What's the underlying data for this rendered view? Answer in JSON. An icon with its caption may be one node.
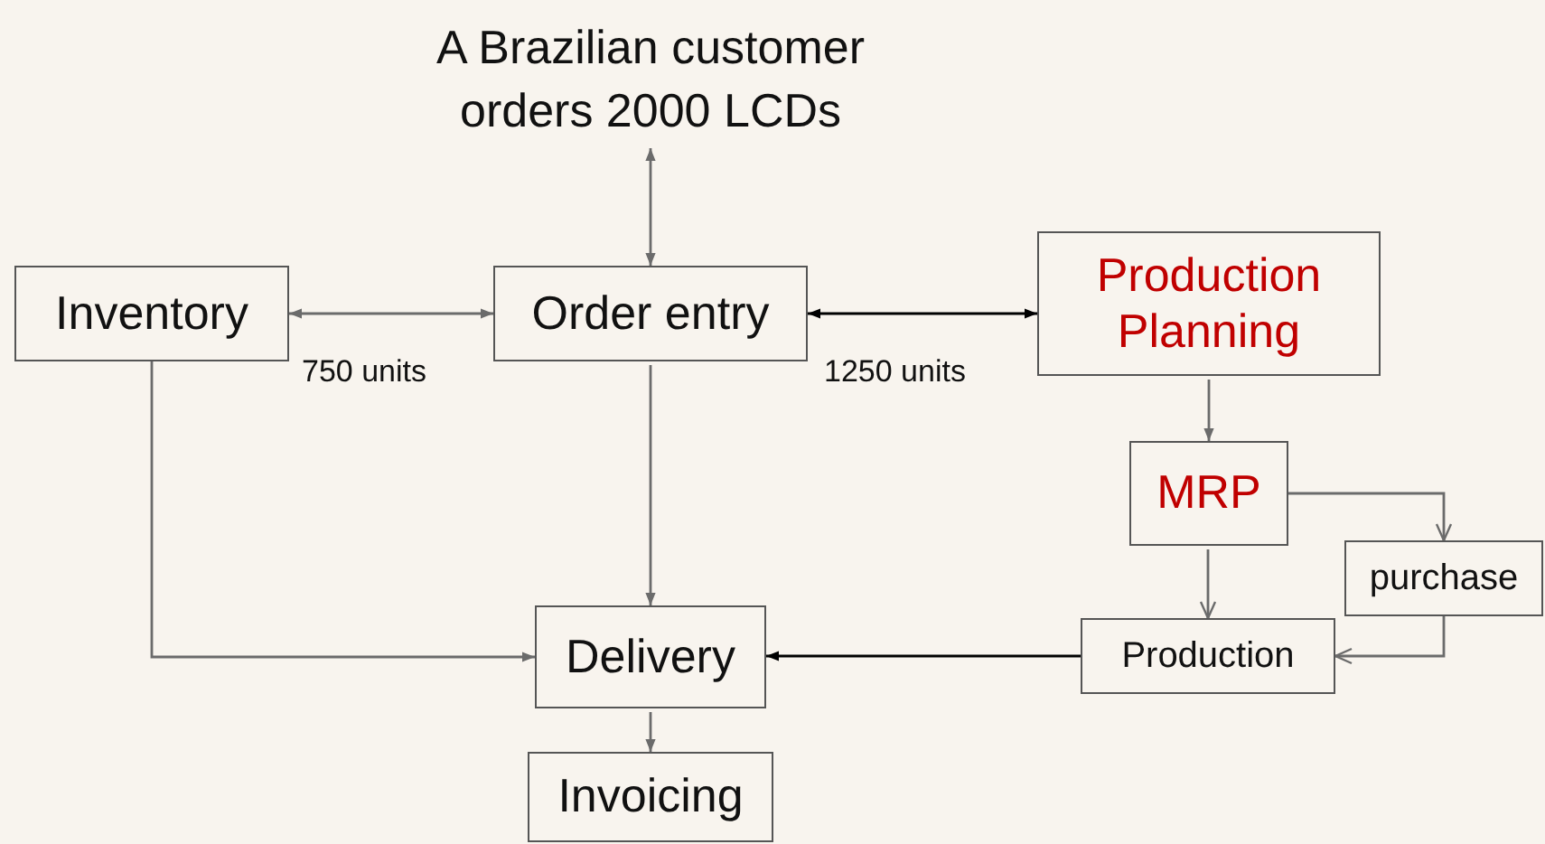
{
  "diagram": {
    "nodes": [
      {
        "text": [
          "A Brazilian customer orders 2000 LCDs"
        ]
      },
      {
        "text": [
          "Inventory"
        ]
      },
      {
        "text": [
          "Order entry"
        ]
      },
      {
        "text": [
          "Production Planning"
        ]
      },
      {
        "text": [
          "MRP"
        ]
      },
      {
        "text": [
          "purchase"
        ]
      },
      {
        "text": [
          "Production"
        ]
      },
      {
        "text": [
          "Delivery"
        ]
      },
      {
        "text": [
          "Invoicing"
        ]
      }
    ],
    "edges": [
      {
        "from": 0,
        "to": 2,
        "arrow": "both"
      },
      {
        "from": 1,
        "to": 2,
        "arrow": "both",
        "label": "750 units"
      },
      {
        "from": 2,
        "to": 3,
        "arrow": "both",
        "label": "1250 units",
        "color": "#000000"
      },
      {
        "from": 3,
        "to": 4,
        "arrow": "to"
      },
      {
        "from": 4,
        "to": 5,
        "arrow": "to"
      },
      {
        "from": 4,
        "to": 6,
        "arrow": "to"
      },
      {
        "from": 5,
        "to": 6,
        "arrow": "to"
      },
      {
        "from": 6,
        "to": 7,
        "arrow": "to",
        "color": "#000000"
      },
      {
        "from": 2,
        "to": 7,
        "arrow": "to"
      },
      {
        "from": 1,
        "to": 7,
        "arrow": "to"
      },
      {
        "from": 7,
        "to": 8,
        "arrow": "to"
      }
    ]
  }
}
